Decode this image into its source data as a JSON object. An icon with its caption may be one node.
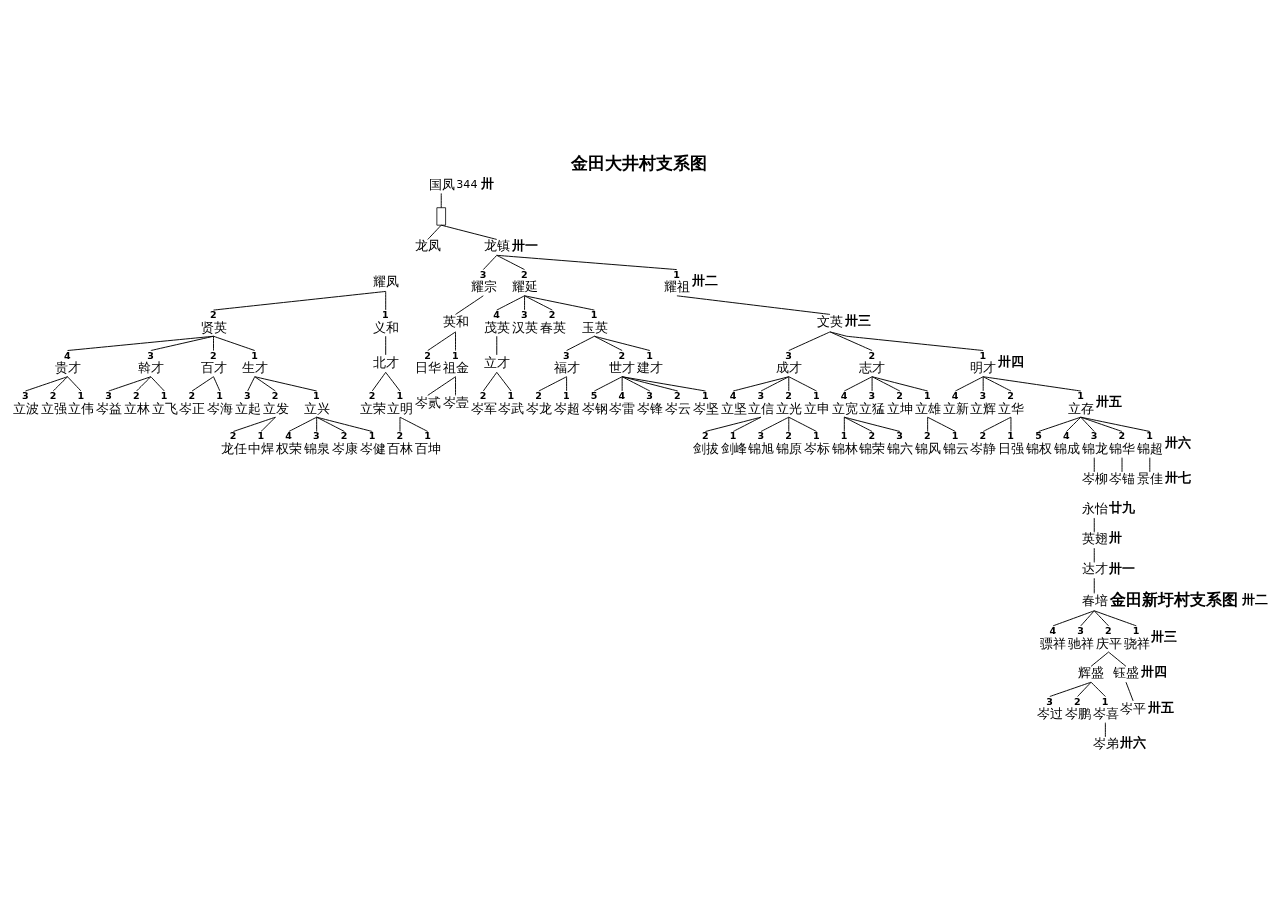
{
  "diagram": {
    "title": "金田大井村支系图",
    "nodes": [
      {
        "text": [
          "国凤"
        ]
      },
      {
        "text": [],
        "shape": "box"
      },
      {
        "text": [
          "龙凤"
        ]
      },
      {
        "text": [
          "龙镇"
        ]
      },
      {
        "text": [
          "耀凤"
        ]
      },
      {
        "text": [
          "耀宗"
        ],
        "beside": [
          "3"
        ]
      },
      {
        "text": [
          "耀延"
        ],
        "beside": [
          "2"
        ]
      },
      {
        "text": [
          "耀祖"
        ],
        "beside": [
          "1"
        ]
      },
      {
        "text": [
          "贤英"
        ],
        "beside": [
          "2"
        ]
      },
      {
        "text": [
          "义和"
        ],
        "beside": [
          "1"
        ]
      },
      {
        "text": [
          "英和"
        ]
      },
      {
        "text": [
          "茂英"
        ],
        "beside": [
          "4"
        ]
      },
      {
        "text": [
          "汉英"
        ],
        "beside": [
          "3"
        ]
      },
      {
        "text": [
          "春英"
        ],
        "beside": [
          "2"
        ]
      },
      {
        "text": [
          "玉英"
        ],
        "beside": [
          "1"
        ]
      },
      {
        "text": [
          "文英"
        ]
      },
      {
        "text": [
          "贵才"
        ],
        "beside": [
          "4"
        ]
      },
      {
        "text": [
          "斡才"
        ],
        "beside": [
          "3"
        ]
      },
      {
        "text": [
          "百才"
        ],
        "beside": [
          "2"
        ]
      },
      {
        "text": [
          "生才"
        ],
        "beside": [
          "1"
        ]
      },
      {
        "text": [
          "北才"
        ]
      },
      {
        "text": [
          "日华"
        ],
        "beside": [
          "2"
        ]
      },
      {
        "text": [
          "祖金"
        ],
        "beside": [
          "1"
        ]
      },
      {
        "text": [
          "立才"
        ]
      },
      {
        "text": [
          "福才"
        ],
        "beside": [
          "3"
        ]
      },
      {
        "text": [
          "世才"
        ],
        "beside": [
          "2"
        ]
      },
      {
        "text": [
          "建才"
        ],
        "beside": [
          "1"
        ]
      },
      {
        "text": [
          "成才"
        ],
        "beside": [
          "3"
        ]
      },
      {
        "text": [
          "志才"
        ],
        "beside": [
          "2"
        ]
      },
      {
        "text": [
          "明才"
        ],
        "beside": [
          "1"
        ]
      },
      {
        "text": [
          "立波"
        ],
        "beside": [
          "3"
        ]
      },
      {
        "text": [
          "立强"
        ],
        "beside": [
          "2"
        ]
      },
      {
        "text": [
          "立伟"
        ],
        "beside": [
          "1"
        ]
      },
      {
        "text": [
          "岑益"
        ],
        "beside": [
          "3"
        ]
      },
      {
        "text": [
          "立林"
        ],
        "beside": [
          "2"
        ]
      },
      {
        "text": [
          "立飞"
        ],
        "beside": [
          "1"
        ]
      },
      {
        "text": [
          "岑正"
        ],
        "beside": [
          "2"
        ]
      },
      {
        "text": [
          "岑海"
        ],
        "beside": [
          "1"
        ]
      },
      {
        "text": [
          "立起"
        ],
        "beside": [
          "3"
        ]
      },
      {
        "text": [
          "立发"
        ],
        "beside": [
          "2"
        ]
      },
      {
        "text": [
          "立兴"
        ],
        "beside": [
          "1"
        ]
      },
      {
        "text": [
          "立荣"
        ],
        "beside": [
          "2"
        ]
      },
      {
        "text": [
          "立明"
        ],
        "beside": [
          "1"
        ]
      },
      {
        "text": [
          "岑贰"
        ]
      },
      {
        "text": [
          "岑壹"
        ]
      },
      {
        "text": [
          "岑军"
        ],
        "beside": [
          "2"
        ]
      },
      {
        "text": [
          "岑武"
        ],
        "beside": [
          "1"
        ]
      },
      {
        "text": [
          "岑龙"
        ],
        "beside": [
          "2"
        ]
      },
      {
        "text": [
          "岑超"
        ],
        "beside": [
          "1"
        ]
      },
      {
        "text": [
          "岑钢"
        ],
        "beside": [
          "5"
        ]
      },
      {
        "text": [
          "岑雷"
        ],
        "beside": [
          "4"
        ]
      },
      {
        "text": [
          "岑锋"
        ],
        "beside": [
          "3"
        ]
      },
      {
        "text": [
          "岑云"
        ],
        "beside": [
          "2"
        ]
      },
      {
        "text": [
          "岑坚"
        ],
        "beside": [
          "1"
        ]
      },
      {
        "text": [
          "立坚"
        ],
        "beside": [
          "4"
        ]
      },
      {
        "text": [
          "立信"
        ],
        "beside": [
          "3"
        ]
      },
      {
        "text": [
          "立光"
        ],
        "beside": [
          "2"
        ]
      },
      {
        "text": [
          "立申"
        ],
        "beside": [
          "1"
        ]
      },
      {
        "text": [
          "立宽"
        ],
        "beside": [
          "4"
        ]
      },
      {
        "text": [
          "立猛"
        ],
        "beside": [
          "3"
        ]
      },
      {
        "text": [
          "立坤"
        ],
        "beside": [
          "2"
        ]
      },
      {
        "text": [
          "立雄"
        ],
        "beside": [
          "1"
        ]
      },
      {
        "text": [
          "立新"
        ],
        "beside": [
          "4"
        ]
      },
      {
        "text": [
          "立辉"
        ],
        "beside": [
          "3"
        ]
      },
      {
        "text": [
          "立华"
        ],
        "beside": [
          "2"
        ]
      },
      {
        "text": [
          "立存"
        ],
        "beside": [
          "1"
        ]
      },
      {
        "text": [
          "龙任"
        ],
        "beside": [
          "2"
        ]
      },
      {
        "text": [
          "中焊"
        ],
        "beside": [
          "1"
        ]
      },
      {
        "text": [
          "权荣"
        ],
        "beside": [
          "4"
        ]
      },
      {
        "text": [
          "锦泉"
        ],
        "beside": [
          "3"
        ]
      },
      {
        "text": [
          "岑康"
        ],
        "beside": [
          "2"
        ]
      },
      {
        "text": [
          "岑健"
        ],
        "beside": [
          "1"
        ]
      },
      {
        "text": [
          "百林"
        ],
        "beside": [
          "2"
        ]
      },
      {
        "text": [
          "百坤"
        ],
        "beside": [
          "1"
        ]
      },
      {
        "text": [
          "剑拔"
        ],
        "beside": [
          "2"
        ]
      },
      {
        "text": [
          "剑峰"
        ],
        "beside": [
          "1"
        ]
      },
      {
        "text": [
          "锦旭"
        ],
        "beside": [
          "3"
        ]
      },
      {
        "text": [
          "锦原"
        ],
        "beside": [
          "2"
        ]
      },
      {
        "text": [
          "岑标"
        ],
        "beside": [
          "1"
        ]
      },
      {
        "text": [
          "锦林"
        ],
        "beside": [
          "1"
        ]
      },
      {
        "text": [
          "锦荣"
        ],
        "beside": [
          "2"
        ]
      },
      {
        "text": [
          "锦六"
        ],
        "beside": [
          "3"
        ]
      },
      {
        "text": [
          "锦风"
        ],
        "beside": [
          "2"
        ]
      },
      {
        "text": [
          "锦云"
        ],
        "beside": [
          "1"
        ]
      },
      {
        "text": [
          "岑静"
        ],
        "beside": [
          "2"
        ]
      },
      {
        "text": [
          "日强"
        ],
        "beside": [
          "1"
        ]
      },
      {
        "text": [
          "锦权"
        ],
        "beside": [
          "5"
        ]
      },
      {
        "text": [
          "锦成"
        ],
        "beside": [
          "4"
        ]
      },
      {
        "text": [
          "锦龙"
        ],
        "beside": [
          "3"
        ]
      },
      {
        "text": [
          "锦华"
        ],
        "beside": [
          "2"
        ]
      },
      {
        "text": [
          "锦超"
        ],
        "beside": [
          "1"
        ]
      },
      {
        "text": [
          "岑柳"
        ]
      },
      {
        "text": [
          "岑锚"
        ]
      },
      {
        "text": [
          "景佳"
        ]
      },
      {
        "text": [
          "永怡"
        ]
      },
      {
        "text": [
          "英翅"
        ]
      },
      {
        "text": [
          "达才"
        ]
      },
      {
        "text": [
          "春培"
        ]
      },
      {
        "text": [
          "骠祥"
        ],
        "beside": [
          "4"
        ]
      },
      {
        "text": [
          "驰祥"
        ],
        "beside": [
          "3"
        ]
      },
      {
        "text": [
          "庆平"
        ],
        "beside": [
          "2"
        ]
      },
      {
        "text": [
          "骁祥"
        ],
        "beside": [
          "1"
        ]
      },
      {
        "text": [
          "辉盛"
        ]
      },
      {
        "text": [
          "钰盛"
        ]
      },
      {
        "text": [
          "岑过"
        ],
        "beside": [
          "3"
        ]
      },
      {
        "text": [
          "岑鹏"
        ],
        "beside": [
          "2"
        ]
      },
      {
        "text": [
          "岑喜"
        ],
        "beside": [
          "1"
        ]
      },
      {
        "text": [
          "岑平"
        ]
      },
      {
        "text": [
          "岑弟"
        ]
      }
    ],
    "edges": [
      {
        "from": 0,
        "to": 1,
        "arrow": "none"
      },
      {
        "from": 1,
        "to": 2,
        "arrow": "none"
      },
      {
        "from": 1,
        "to": 3,
        "arrow": "none"
      },
      {
        "from": 3,
        "to": 5,
        "arrow": "none"
      },
      {
        "from": 3,
        "to": 6,
        "arrow": "none"
      },
      {
        "from": 3,
        "to": 7,
        "arrow": "none"
      },
      {
        "from": 4,
        "to": 8,
        "arrow": "none"
      },
      {
        "from": 4,
        "to": 9,
        "arrow": "none"
      },
      {
        "from": 5,
        "to": 10,
        "arrow": "none"
      },
      {
        "from": 6,
        "to": 11,
        "arrow": "none"
      },
      {
        "from": 6,
        "to": 12,
        "arrow": "none"
      },
      {
        "from": 6,
        "to": 13,
        "arrow": "none"
      },
      {
        "from": 6,
        "to": 14,
        "arrow": "none"
      },
      {
        "from": 7,
        "to": 15,
        "arrow": "none"
      },
      {
        "from": 8,
        "to": 16,
        "arrow": "none"
      },
      {
        "from": 8,
        "to": 17,
        "arrow": "none"
      },
      {
        "from": 8,
        "to": 18,
        "arrow": "none"
      },
      {
        "from": 8,
        "to": 19,
        "arrow": "none"
      },
      {
        "from": 9,
        "to": 20,
        "arrow": "none"
      },
      {
        "from": 10,
        "to": 21,
        "arrow": "none"
      },
      {
        "from": 10,
        "to": 22,
        "arrow": "none"
      },
      {
        "from": 11,
        "to": 23,
        "arrow": "none"
      },
      {
        "from": 14,
        "to": 24,
        "arrow": "none"
      },
      {
        "from": 14,
        "to": 25,
        "arrow": "none"
      },
      {
        "from": 14,
        "to": 26,
        "arrow": "none"
      },
      {
        "from": 15,
        "to": 27,
        "arrow": "none"
      },
      {
        "from": 15,
        "to": 28,
        "arrow": "none"
      },
      {
        "from": 15,
        "to": 29,
        "arrow": "none"
      },
      {
        "from": 16,
        "to": 30,
        "arrow": "none"
      },
      {
        "from": 16,
        "to": 31,
        "arrow": "none"
      },
      {
        "from": 16,
        "to": 32,
        "arrow": "none"
      },
      {
        "from": 17,
        "to": 33,
        "arrow": "none"
      },
      {
        "from": 17,
        "to": 34,
        "arrow": "none"
      },
      {
        "from": 17,
        "to": 35,
        "arrow": "none"
      },
      {
        "from": 18,
        "to": 36,
        "arrow": "none"
      },
      {
        "from": 18,
        "to": 37,
        "arrow": "none"
      },
      {
        "from": 19,
        "to": 38,
        "arrow": "none"
      },
      {
        "from": 19,
        "to": 39,
        "arrow": "none"
      },
      {
        "from": 19,
        "to": 40,
        "arrow": "none"
      },
      {
        "from": 20,
        "to": 41,
        "arrow": "none"
      },
      {
        "from": 20,
        "to": 42,
        "arrow": "none"
      },
      {
        "from": 22,
        "to": 43,
        "arrow": "none"
      },
      {
        "from": 22,
        "to": 44,
        "arrow": "none"
      },
      {
        "from": 23,
        "to": 45,
        "arrow": "none"
      },
      {
        "from": 23,
        "to": 46,
        "arrow": "none"
      },
      {
        "from": 24,
        "to": 47,
        "arrow": "none"
      },
      {
        "from": 24,
        "to": 48,
        "arrow": "none"
      },
      {
        "from": 25,
        "to": 49,
        "arrow": "none"
      },
      {
        "from": 25,
        "to": 50,
        "arrow": "none"
      },
      {
        "from": 25,
        "to": 51,
        "arrow": "none"
      },
      {
        "from": 25,
        "to": 52,
        "arrow": "none"
      },
      {
        "from": 25,
        "to": 53,
        "arrow": "none"
      },
      {
        "from": 27,
        "to": 54,
        "arrow": "none"
      },
      {
        "from": 27,
        "to": 55,
        "arrow": "none"
      },
      {
        "from": 27,
        "to": 56,
        "arrow": "none"
      },
      {
        "from": 27,
        "to": 57,
        "arrow": "none"
      },
      {
        "from": 28,
        "to": 58,
        "arrow": "none"
      },
      {
        "from": 28,
        "to": 59,
        "arrow": "none"
      },
      {
        "from": 28,
        "to": 60,
        "arrow": "none"
      },
      {
        "from": 28,
        "to": 61,
        "arrow": "none"
      },
      {
        "from": 29,
        "to": 62,
        "arrow": "none"
      },
      {
        "from": 29,
        "to": 63,
        "arrow": "none"
      },
      {
        "from": 29,
        "to": 64,
        "arrow": "none"
      },
      {
        "from": 29,
        "to": 65,
        "arrow": "none"
      },
      {
        "from": 39,
        "to": 66,
        "arrow": "none"
      },
      {
        "from": 39,
        "to": 67,
        "arrow": "none"
      },
      {
        "from": 40,
        "to": 68,
        "arrow": "none"
      },
      {
        "from": 40,
        "to": 69,
        "arrow": "none"
      },
      {
        "from": 40,
        "to": 70,
        "arrow": "none"
      },
      {
        "from": 40,
        "to": 71,
        "arrow": "none"
      },
      {
        "from": 42,
        "to": 72,
        "arrow": "none"
      },
      {
        "from": 42,
        "to": 73,
        "arrow": "none"
      },
      {
        "from": 55,
        "to": 74,
        "arrow": "none"
      },
      {
        "from": 55,
        "to": 75,
        "arrow": "none"
      },
      {
        "from": 56,
        "to": 76,
        "arrow": "none"
      },
      {
        "from": 56,
        "to": 77,
        "arrow": "none"
      },
      {
        "from": 56,
        "to": 78,
        "arrow": "none"
      },
      {
        "from": 58,
        "to": 79,
        "arrow": "none"
      },
      {
        "from": 58,
        "to": 80,
        "arrow": "none"
      },
      {
        "from": 58,
        "to": 81,
        "arrow": "none"
      },
      {
        "from": 61,
        "to": 82,
        "arrow": "none"
      },
      {
        "from": 61,
        "to": 83,
        "arrow": "none"
      },
      {
        "from": 64,
        "to": 84,
        "arrow": "none"
      },
      {
        "from": 64,
        "to": 85,
        "arrow": "none"
      },
      {
        "from": 65,
        "to": 86,
        "arrow": "none"
      },
      {
        "from": 65,
        "to": 87,
        "arrow": "none"
      },
      {
        "from": 65,
        "to": 88,
        "arrow": "none"
      },
      {
        "from": 65,
        "to": 89,
        "arrow": "none"
      },
      {
        "from": 65,
        "to": 90,
        "arrow": "none"
      },
      {
        "from": 88,
        "to": 91,
        "arrow": "none"
      },
      {
        "from": 89,
        "to": 92,
        "arrow": "none"
      },
      {
        "from": 90,
        "to": 93,
        "arrow": "none"
      },
      {
        "from": 94,
        "to": 95,
        "arrow": "none"
      },
      {
        "from": 95,
        "to": 96,
        "arrow": "none"
      },
      {
        "from": 96,
        "to": 97,
        "arrow": "none"
      },
      {
        "from": 97,
        "to": 98,
        "arrow": "none"
      },
      {
        "from": 97,
        "to": 99,
        "arrow": "none"
      },
      {
        "from": 97,
        "to": 100,
        "arrow": "none"
      },
      {
        "from": 97,
        "to": 101,
        "arrow": "none"
      },
      {
        "from": 100,
        "to": 102,
        "arrow": "none"
      },
      {
        "from": 100,
        "to": 103,
        "arrow": "none"
      },
      {
        "from": 102,
        "to": 104,
        "arrow": "none"
      },
      {
        "from": 102,
        "to": 105,
        "arrow": "none"
      },
      {
        "from": 102,
        "to": 106,
        "arrow": "none"
      },
      {
        "from": 103,
        "to": 107,
        "arrow": "none"
      },
      {
        "from": 106,
        "to": 108,
        "arrow": "none"
      }
    ],
    "labels": [
      "344",
      "金田新圩村支系图",
      "卅",
      "卅一",
      "卅二",
      "卅三",
      "卅四",
      "卅五",
      "卅六",
      "卅七",
      "廿九",
      "卅",
      "卅一",
      "卅二",
      "卅三",
      "卅四",
      "卅五",
      "卅六"
    ]
  }
}
